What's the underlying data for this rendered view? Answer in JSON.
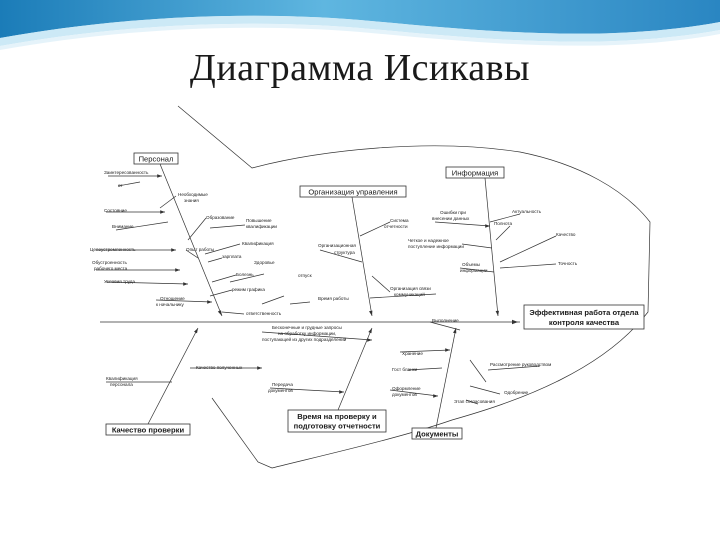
{
  "slide": {
    "title": "Диаграмма Исикавы"
  },
  "diagram": {
    "effect": [
      "Эффективная работа отдела",
      "контроля качества"
    ],
    "categories": {
      "personnel": "Персонал",
      "org_management": "Организация управления",
      "information": "Информация",
      "inspection_quality": "Качество проверки",
      "check_time": [
        "Время на проверку и",
        "подготовку отчетности"
      ],
      "documents": "Документы"
    },
    "personnel_factors": {
      "interest": "Заинтересованность",
      "from": "от",
      "necessary_knowledge": [
        "Необходимые",
        "знания"
      ],
      "condition": "Состояние",
      "education": "Образование",
      "qualification_upgrade": [
        "Повышение",
        "квалификации"
      ],
      "attention": "Внимание",
      "qualification": "Квалификация",
      "purposefulness": "Целеустремленность",
      "work_experience": "Опыт работы",
      "salary": "зарплата",
      "workplace_comfort": [
        "Обустроенность",
        "рабочего места"
      ],
      "health": "Здоровье",
      "working_conditions": "Условия труда",
      "illness": "Болезнь",
      "vacation": "отпуск",
      "work_schedule": "режим графика",
      "attitude": [
        "Отношение",
        "к начальнику"
      ],
      "work_time": "Время работы",
      "responsibility": "ответственность"
    },
    "org_factors": {
      "reporting_system": [
        "Система",
        "отчетности"
      ],
      "org_structure": [
        "Организационная",
        "структура"
      ],
      "communication": [
        "Организация связи",
        "коммуникаций"
      ]
    },
    "info_factors": {
      "errors_in_entry": [
        "Ошибки при",
        "внесении данных"
      ],
      "completeness": "Полнота",
      "actuality": "Актуальность",
      "quality": "Качество",
      "timely_submission": [
        "Четкое и надежное",
        "поступление информации"
      ],
      "accuracy": "Точность",
      "info_volume": [
        "Объемы",
        "информации"
      ]
    },
    "inspection_factors": {
      "sent_data": [
        "Бесконечные и грудные запросы",
        "на обработку информации,",
        "поступающей из других подразделений"
      ],
      "obtained_quality": "Качество полученных",
      "qualified_staff": [
        "Квалификация",
        "персонала"
      ],
      "doc_transfer": [
        "Передача",
        "документов"
      ]
    },
    "doc_factors": {
      "completion": "Выполнение",
      "storage": "Хранение",
      "state_forms": "Гост бланки",
      "doc_registration": [
        "Оформление",
        "документов"
      ],
      "manager_review": "Рассмотрение руководством",
      "approval": "Одобрение",
      "signature_stage": "Этап согласования"
    }
  }
}
